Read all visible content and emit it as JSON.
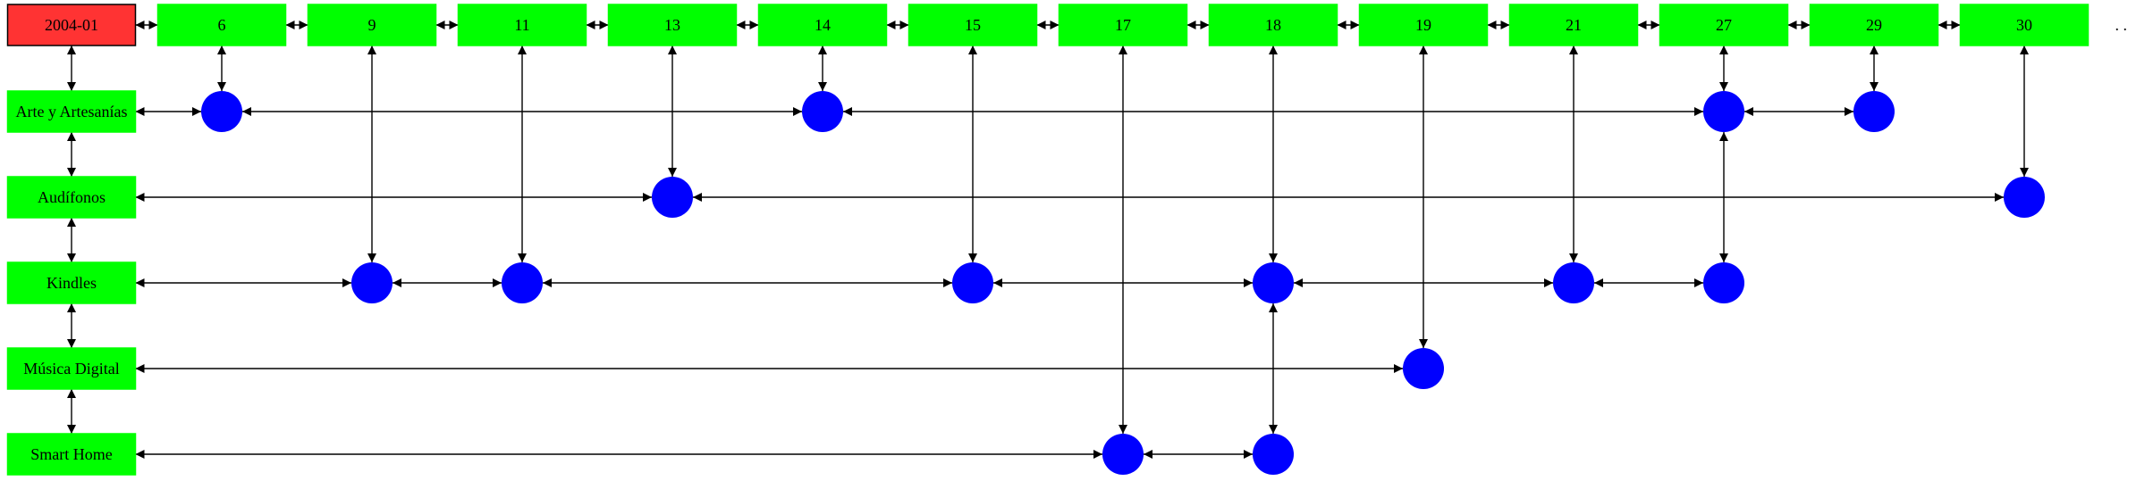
{
  "colors": {
    "header_root": "#ff3333",
    "node_green": "#00ff00",
    "circle_blue": "#0000ff",
    "line": "#000000"
  },
  "root_label": "2004-01",
  "days": [
    "6",
    "9",
    "11",
    "13",
    "14",
    "15",
    "17",
    "18",
    "19",
    "21",
    "27",
    "29",
    "30"
  ],
  "trailing_dots": ". .",
  "categories": [
    "Arte y Artesanías",
    "Audífonos",
    "Kindles",
    "Música Digital",
    "Smart Home"
  ],
  "events": [
    {
      "day": "6",
      "category": "Arte y Artesanías"
    },
    {
      "day": "14",
      "category": "Arte y Artesanías"
    },
    {
      "day": "27",
      "category": "Arte y Artesanías"
    },
    {
      "day": "29",
      "category": "Arte y Artesanías"
    },
    {
      "day": "13",
      "category": "Audífonos"
    },
    {
      "day": "30",
      "category": "Audífonos"
    },
    {
      "day": "9",
      "category": "Kindles"
    },
    {
      "day": "11",
      "category": "Kindles"
    },
    {
      "day": "15",
      "category": "Kindles"
    },
    {
      "day": "18",
      "category": "Kindles"
    },
    {
      "day": "21",
      "category": "Kindles"
    },
    {
      "day": "27",
      "category": "Kindles"
    },
    {
      "day": "19",
      "category": "Música Digital"
    },
    {
      "day": "17",
      "category": "Smart Home"
    },
    {
      "day": "18",
      "category": "Smart Home"
    }
  ]
}
